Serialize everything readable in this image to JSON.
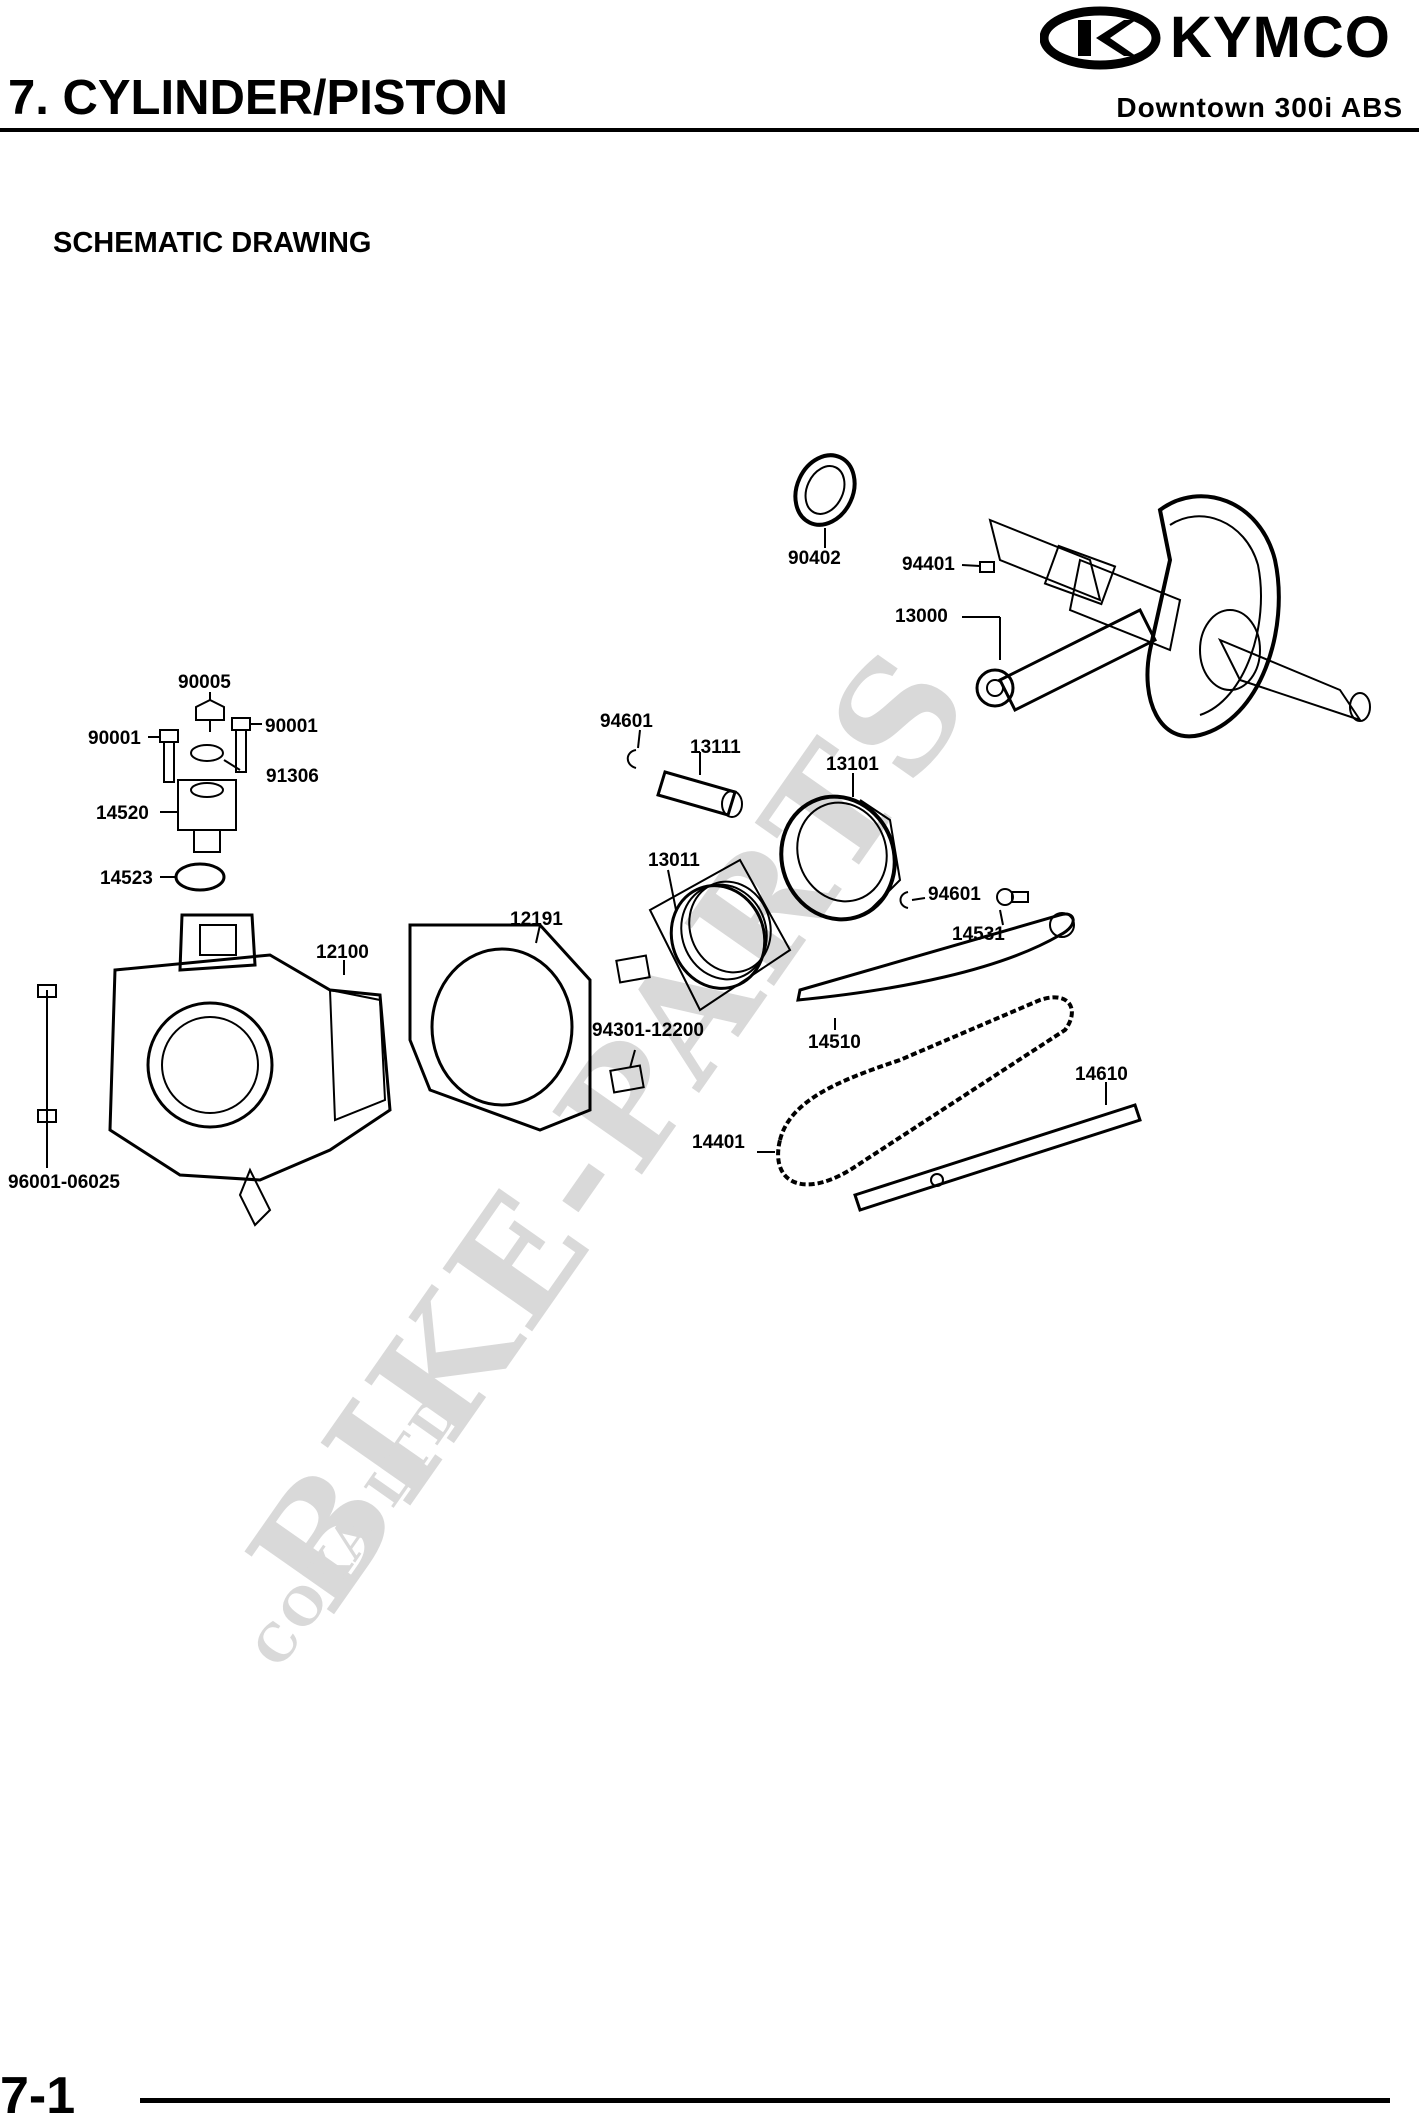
{
  "header": {
    "brand": "KYMCO",
    "chapter_title": "7. CYLINDER/PISTON",
    "model": "Downtown 300i ABS"
  },
  "section_heading": "SCHEMATIC DRAWING",
  "parts": {
    "p90402": "90402",
    "p94401": "94401",
    "p13000": "13000",
    "p90005": "90005",
    "p90001a": "90001",
    "p90001b": "90001",
    "p91306": "91306",
    "p14520": "14520",
    "p14523": "14523",
    "p94601a": "94601",
    "p13111": "13111",
    "p13101": "13101",
    "p13011": "13011",
    "p94601b": "94601",
    "p14531": "14531",
    "p12191": "12191",
    "p12100": "12100",
    "p14510": "14510",
    "p94301": "94301-12200",
    "p14610": "14610",
    "p14401": "14401",
    "p96001": "96001-06025"
  },
  "watermark": {
    "main": "BIKE-PARTS",
    "sub": "COXA LTD"
  },
  "footer": {
    "page_number": "7-1"
  },
  "colors": {
    "ink": "#000000",
    "watermark": "#d9d9d9"
  }
}
